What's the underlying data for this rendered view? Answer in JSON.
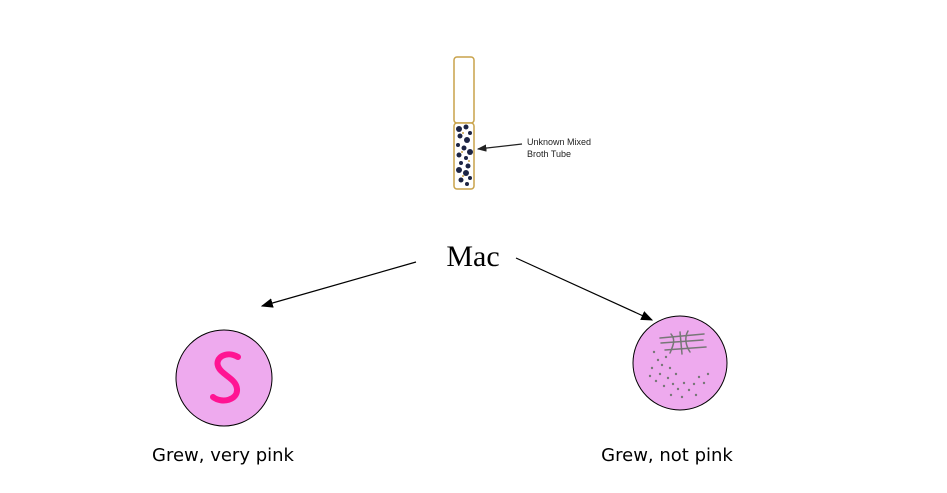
{
  "tube": {
    "label_line1": "Unknown Mixed",
    "label_line2": "Broth Tube"
  },
  "center": {
    "title": "Mac"
  },
  "plates": [
    {
      "caption": "Grew, very pink",
      "fill": "#eeaaee",
      "growth_color": "#ff1493",
      "growth": "dense pink streak"
    },
    {
      "caption": "Grew, not pink",
      "fill": "#eeaaee",
      "growth_color": "#777777",
      "growth": "grey colonies"
    }
  ],
  "colors": {
    "tube_outline": "#c8a24a",
    "broth_particles": "#1c2444",
    "arrow": "#000000"
  }
}
